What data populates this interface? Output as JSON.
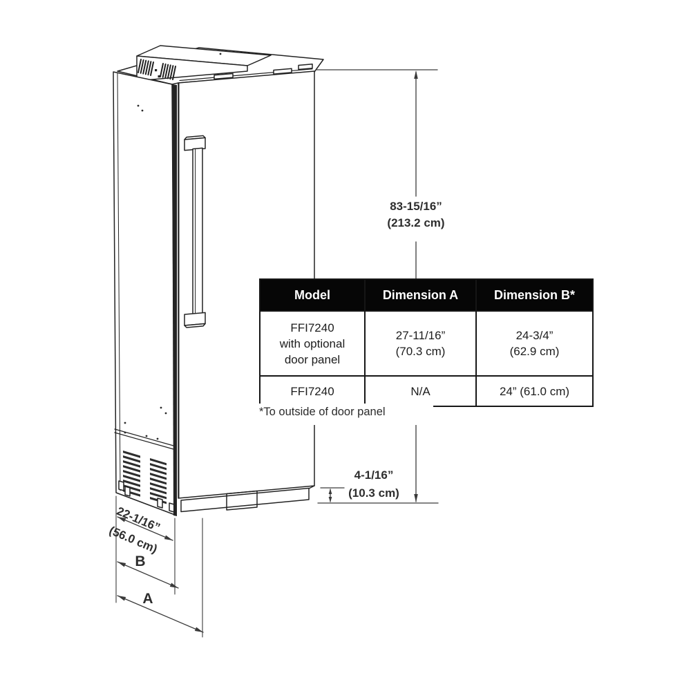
{
  "diagram": {
    "description": "Isometric line drawing of a tall built-in column refrigerator/freezer with overall dimensions",
    "dims": {
      "height_in": "83-15/16”",
      "height_cm": "(213.2 cm)",
      "plinth_in": "4-1/16”",
      "plinth_cm": "(10.3 cm)",
      "depth_in": "22-1/16”",
      "depth_cm": "(56.0 cm)",
      "label_b": "B",
      "label_a": "A"
    }
  },
  "spec_table": {
    "headers": [
      "Model",
      "Dimension A",
      "Dimension B*"
    ],
    "rows": [
      {
        "model_lines": [
          "FFI7240",
          "with optional",
          "door panel"
        ],
        "dim_a_lines": [
          "27-11/16”",
          "(70.3 cm)"
        ],
        "dim_b_lines": [
          "24-3/4”",
          "(62.9 cm)"
        ]
      },
      {
        "model_lines": [
          "FFI7240"
        ],
        "dim_a_lines": [
          "N/A"
        ],
        "dim_b_lines": [
          "24” (61.0 cm)"
        ]
      }
    ],
    "footnote": "*To outside of door panel"
  },
  "colors": {
    "line_art": "#222222",
    "dimension_line": "#3a3a3a",
    "dimension_text": "#2d2d2d",
    "table_border": "#161616",
    "table_header_bg": "#060606",
    "table_header_text": "#ffffff",
    "table_cell_text": "#1c1c1c",
    "background": "#ffffff"
  }
}
